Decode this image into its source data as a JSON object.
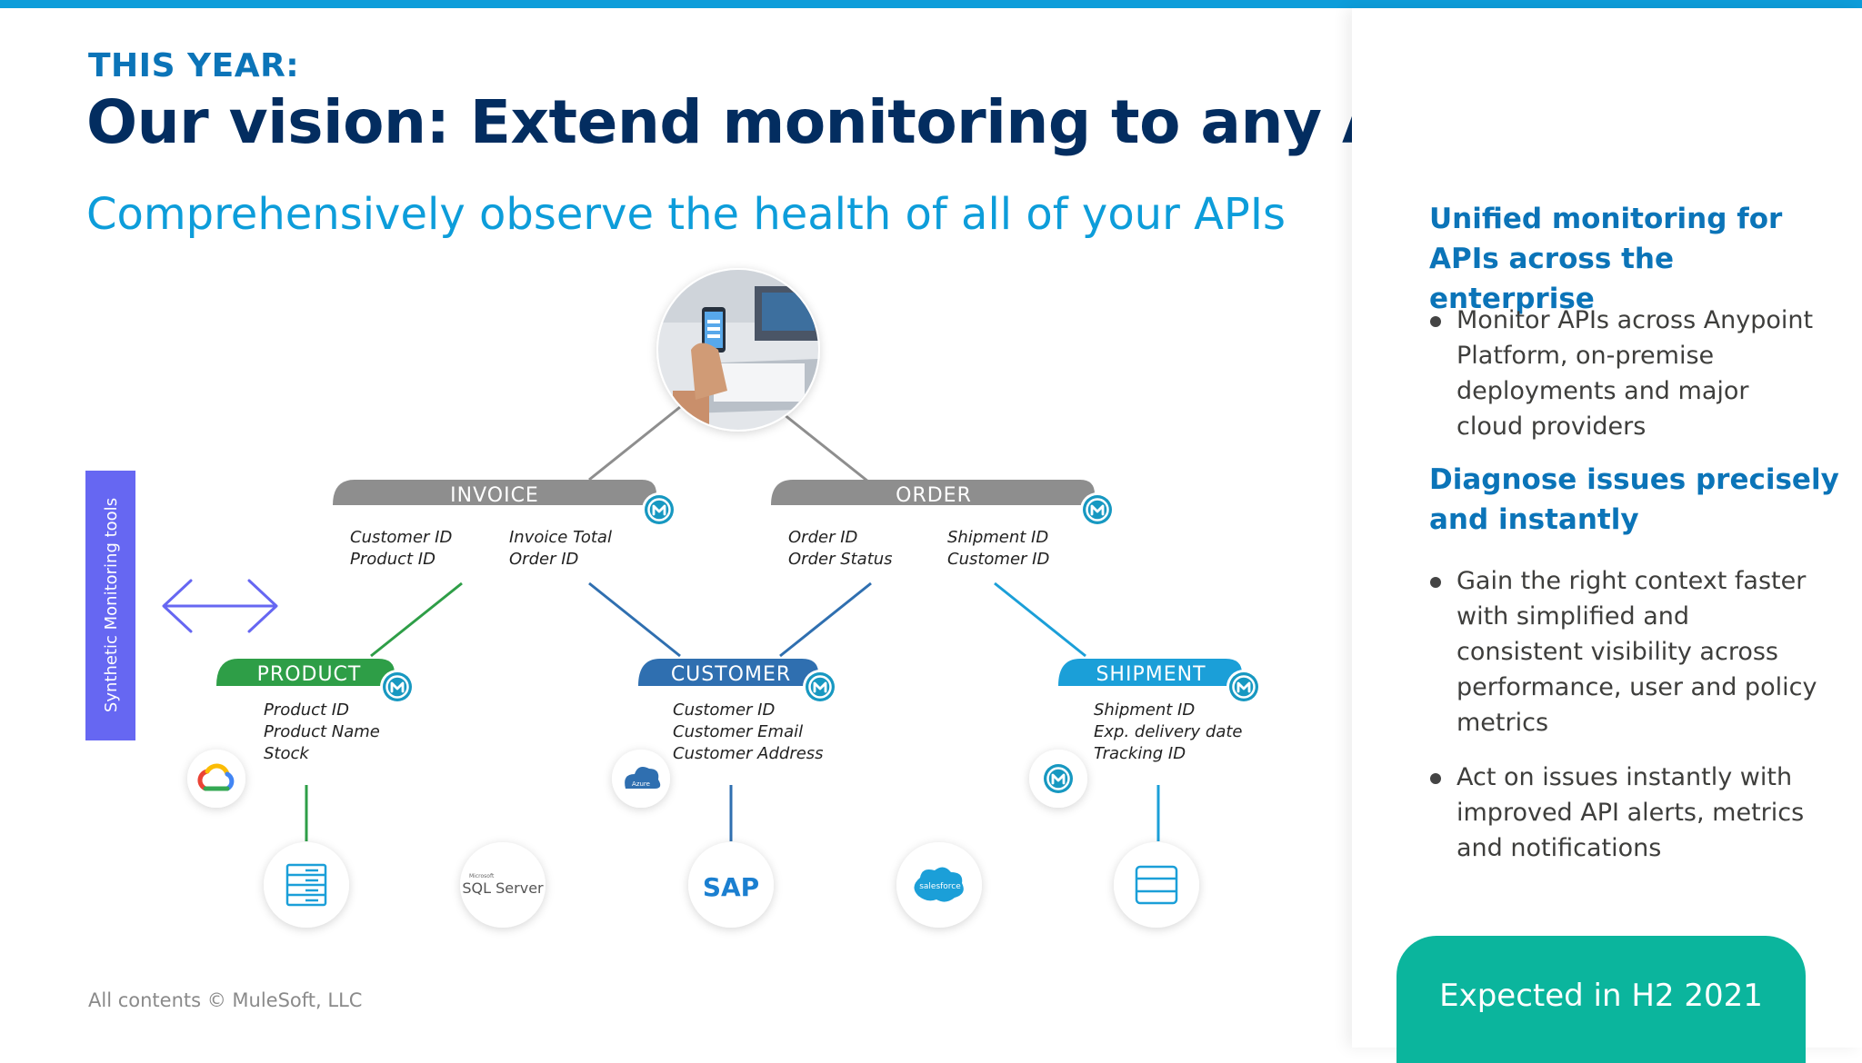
{
  "header": {
    "kicker": "THIS YEAR:",
    "title": "Our vision: Extend monitoring to any API",
    "subtitle": "Comprehensively observe the health of all of your APIs"
  },
  "diagram": {
    "side_label": "Synthetic Monitoring tools",
    "nodes": [
      {
        "id": "invoice",
        "label": "INVOICE",
        "fields": [
          "Customer ID",
          "Product ID",
          "Invoice Total",
          "Order ID"
        ]
      },
      {
        "id": "order",
        "label": "ORDER",
        "fields": [
          "Order ID",
          "Order Status",
          "Shipment ID",
          "Customer ID"
        ]
      },
      {
        "id": "product",
        "label": "PRODUCT",
        "fields": [
          "Product ID",
          "Product Name",
          "Stock"
        ]
      },
      {
        "id": "customer",
        "label": "CUSTOMER",
        "fields": [
          "Customer ID",
          "Customer Email",
          "Customer Address"
        ]
      },
      {
        "id": "shipment",
        "label": "SHIPMENT",
        "fields": [
          "Shipment ID",
          "Exp. delivery date",
          "Tracking ID"
        ]
      }
    ],
    "platforms": {
      "azure": "Azure"
    },
    "systems": {
      "sql_small": "Microsoft",
      "sql": "SQL Server",
      "sap": "SAP",
      "salesforce": "salesforce"
    },
    "colors": {
      "gray": "#8e8e8e",
      "green": "#2e9e47",
      "blue": "#2f6fb0",
      "cyan": "#1b9fd8",
      "purple": "#6667f2"
    }
  },
  "right_panel": {
    "section1_heading": "Unified monitoring for APIs across the enterprise",
    "section1_bullets": [
      "Monitor APIs across Anypoint Platform, on-premise deployments and major cloud providers"
    ],
    "section2_heading": "Diagnose issues precisely and instantly",
    "section2_bullets": [
      "Gain the right context faster with simplified and consistent visibility across performance, user and policy metrics",
      "Act on issues instantly with improved API alerts, metrics and notifications"
    ],
    "badge": "Expected in H2 2021"
  },
  "footer": "All contents © MuleSoft, LLC"
}
